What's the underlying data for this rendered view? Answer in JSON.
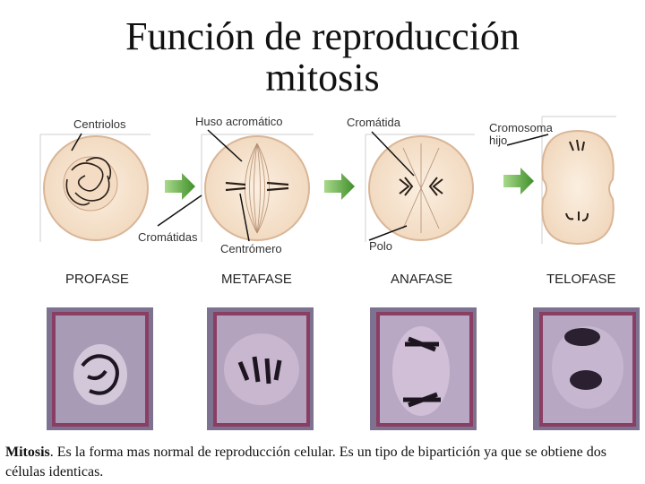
{
  "title_line1": "Función de reproducción",
  "title_line2": "mitosis",
  "labels": {
    "centriolos": "Centriolos",
    "huso": "Huso acromático",
    "cromatida": "Cromátida",
    "cromosoma_line1": "Cromosoma",
    "cromosoma_line2": "hijo",
    "cromatidas": "Cromátidas",
    "centromero": "Centrómero",
    "polo": "Polo"
  },
  "phases": [
    "PROFASE",
    "METAFASE",
    "ANAFASE",
    "TELOFASE"
  ],
  "caption": {
    "term": "Mitosis",
    "text": ". Es la forma mas normal de reproducción celular. Es un tipo de bipartición ya que se obtiene dos células identicas."
  },
  "colors": {
    "cell_fill": "#f6e4cf",
    "cell_stroke": "#d7b79a",
    "arrow": "#5aa23c",
    "chromosome": "#2b2018",
    "micro_bg": "#7d7390"
  }
}
